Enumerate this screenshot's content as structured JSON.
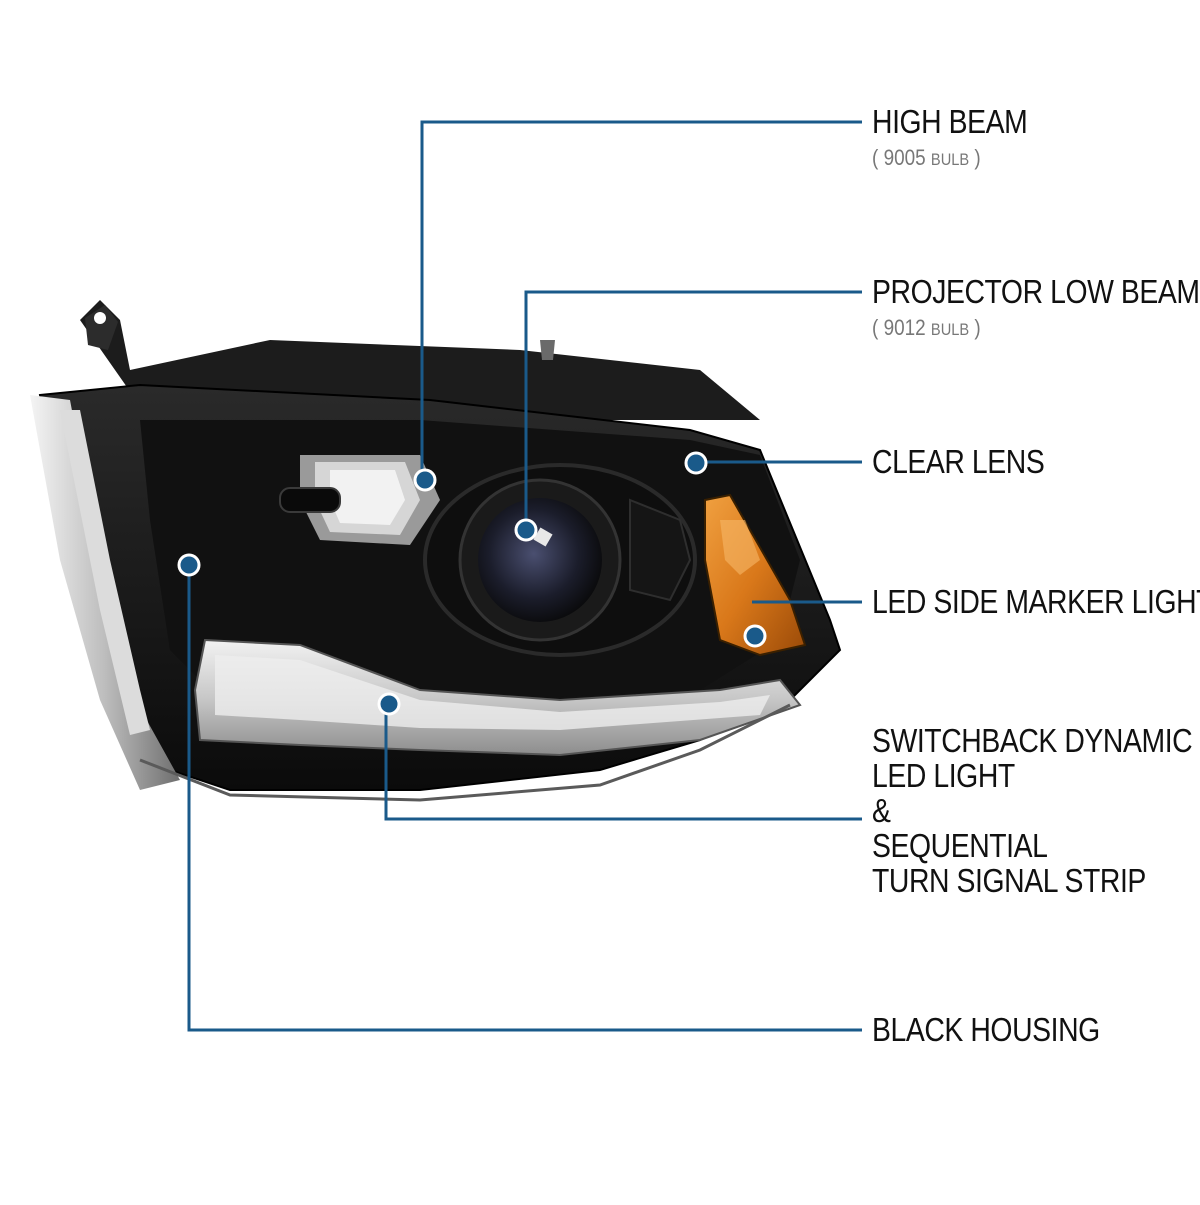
{
  "colors": {
    "leader_line": "#1a5a8a",
    "dot": "#1a5a8a",
    "housing": "#151515",
    "amber": "#d9781a",
    "label_text": "#111111",
    "sub_text": "#777777"
  },
  "callouts": {
    "high_beam": {
      "title": "HIGH BEAM",
      "bulb_number": "9005",
      "bulb_word": "BULB"
    },
    "low_beam": {
      "title": "PROJECTOR LOW BEAM",
      "bulb_number": "9012",
      "bulb_word": "BULB"
    },
    "clear_lens": {
      "title": "CLEAR LENS"
    },
    "side_marker": {
      "title": "LED SIDE MARKER LIGHT"
    },
    "switchback": {
      "line1": "SWITCHBACK DYNAMIC",
      "line2": "LED LIGHT",
      "line3": "&",
      "line4": "SEQUENTIAL",
      "line5": "TURN SIGNAL STRIP"
    },
    "black_housing": {
      "title": "BLACK HOUSING"
    }
  }
}
